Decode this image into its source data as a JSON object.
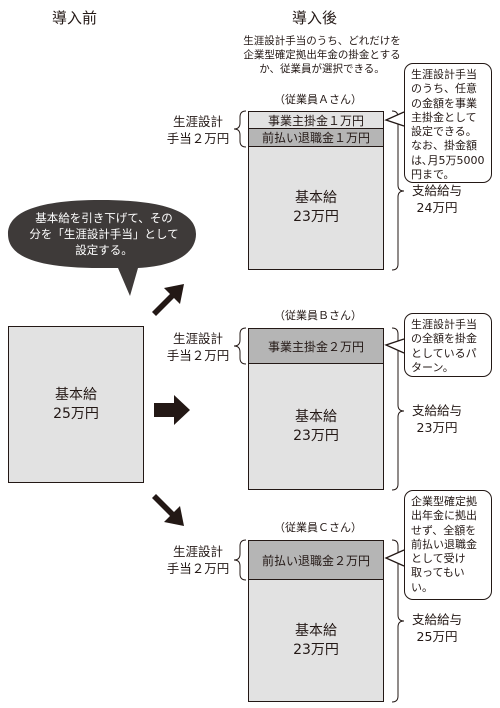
{
  "before": {
    "title": "導入前",
    "box_line1": "基本給",
    "box_line2": "25万円"
  },
  "after": {
    "title": "導入後",
    "intro_lines": [
      "生涯設計手当のうち、どれだけを",
      "企業型確定拠出年金の掛金とする",
      "か、従業員が選択できる。"
    ]
  },
  "speech_bubble": [
    "基本給を引き下げて、その",
    "分を「生涯設計手当」として",
    "設定する。"
  ],
  "employees": [
    {
      "name": "（従業員Ａさん）",
      "allowance_label": [
        "生涯設計",
        "手当２万円"
      ],
      "bars": [
        "事業主掛金１万円",
        "前払い退職金１万円"
      ],
      "base_line1": "基本給",
      "base_line2": "23万円",
      "pay_label": [
        "支給給与",
        "24万円"
      ],
      "note": [
        "生涯設計手当",
        "のうち、任意",
        "の金額を事業",
        "主掛金として",
        "設定できる。",
        "なお、掛金額",
        "は､月5万5000",
        "円まで。"
      ]
    },
    {
      "name": "（従業員Ｂさん）",
      "allowance_label": [
        "生涯設計",
        "手当２万円"
      ],
      "bars": [
        "事業主掛金２万円"
      ],
      "base_line1": "基本給",
      "base_line2": "23万円",
      "pay_label": [
        "支給給与",
        "23万円"
      ],
      "note": [
        "生涯設計手当",
        "の全額を掛金",
        "としているパ",
        "ターン。"
      ]
    },
    {
      "name": "（従業員Ｃさん）",
      "allowance_label": [
        "生涯設計",
        "手当２万円"
      ],
      "bars": [
        "前払い退職金２万円"
      ],
      "base_line1": "基本給",
      "base_line2": "23万円",
      "pay_label": [
        "支給給与",
        "25万円"
      ],
      "note": [
        "企業型確定拠",
        "出年金に拠出",
        "せず、全額を",
        "前払い退職金",
        "として受け",
        "取ってもい",
        "い。"
      ]
    }
  ],
  "colors": {
    "light_fill": "#e2e2e2",
    "dark_fill": "#b5b5b5",
    "bubble_fill": "#3e3a39",
    "ink": "#231815"
  }
}
